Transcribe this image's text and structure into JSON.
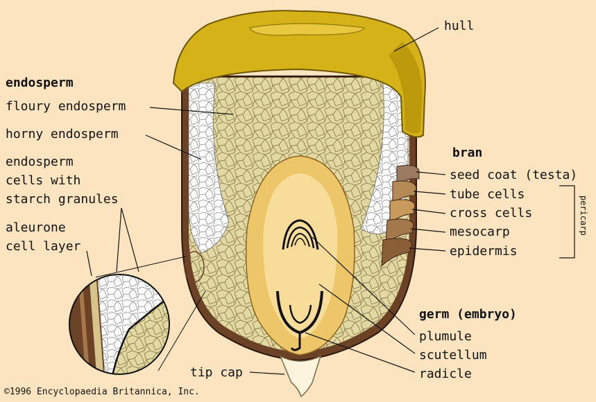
{
  "labels": {
    "hull": "hull",
    "endosperm_heading": "endosperm",
    "floury_endosperm": "floury endosperm",
    "horny_endosperm": "horny endosperm",
    "starch_cells_line1": "endosperm",
    "starch_cells_line2": "cells with",
    "starch_cells_line3": "starch granules",
    "aleurone_line1": "aleurone",
    "aleurone_line2": "cell layer",
    "bran_heading": "bran",
    "seed_coat": "seed coat (testa)",
    "tube_cells": "tube cells",
    "cross_cells": "cross cells",
    "mesocarp": "mesocarp",
    "epidermis": "epidermis",
    "pericarp": "pericarp",
    "germ_heading": "germ (embryo)",
    "plumule": "plumule",
    "scutellum": "scutellum",
    "radicle": "radicle",
    "tip_cap": "tip cap"
  },
  "copyright": "©1996 Encyclopaedia Britannica, Inc.",
  "colors": {
    "background": "#fbe4bf",
    "hull": "#d6b219",
    "hull_shadow": "#a88700",
    "endosperm": "#e2d9a2",
    "horny": "#ffffff",
    "germ": "#edc66a",
    "scutellum": "#f7dc9a",
    "outline": "#3b2414"
  }
}
